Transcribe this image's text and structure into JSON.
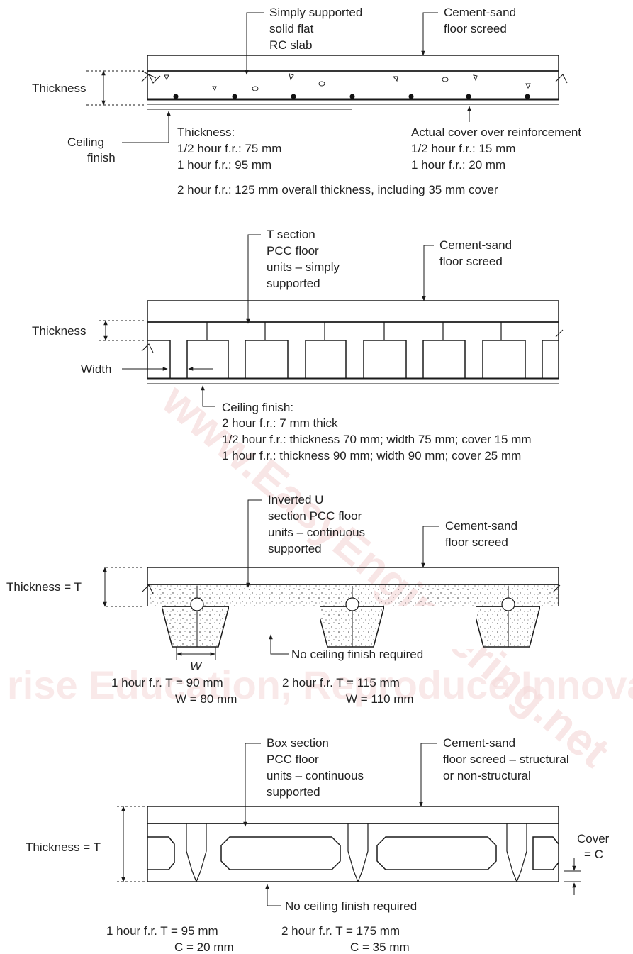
{
  "watermark": {
    "text": "www.EasyEngineering.net",
    "tagline": "rise Education, Reproduce Innovations"
  },
  "section1": {
    "slab_label": [
      "Simply supported",
      "solid flat",
      "RC slab"
    ],
    "screed_label": [
      "Cement-sand",
      "floor screed"
    ],
    "thickness_label": "Thickness",
    "ceiling_label": [
      "Ceiling",
      "finish"
    ],
    "thickness_spec": [
      "Thickness:",
      "1/2 hour f.r.: 75 mm",
      "1 hour f.r.: 95 mm"
    ],
    "cover_spec": [
      "Actual cover over reinforcement",
      "1/2 hour f.r.: 15 mm",
      "1 hour f.r.: 20 mm"
    ],
    "note": "2 hour f.r.: 125 mm overall thickness, including 35 mm cover"
  },
  "section2": {
    "unit_label": [
      "T section",
      "PCC floor",
      "units – simply",
      "supported"
    ],
    "screed_label": [
      "Cement-sand",
      "floor screed"
    ],
    "thickness_label": "Thickness",
    "width_label": "Width",
    "spec": [
      "Ceiling finish:",
      "2 hour f.r.: 7 mm thick",
      "1/2 hour f.r.: thickness 70 mm; width 75 mm; cover 15 mm",
      "1 hour f.r.: thickness 90 mm; width 90 mm; cover 25 mm"
    ]
  },
  "section3": {
    "unit_label": [
      "Inverted U",
      "section PCC floor",
      "units – continuous",
      "supported"
    ],
    "screed_label": [
      "Cement-sand",
      "floor screed"
    ],
    "thickness_label": "Thickness = T",
    "w_label": "W",
    "no_ceiling": "No ceiling finish required",
    "spec_left": [
      "1 hour f.r. T = 90 mm",
      "W = 80 mm"
    ],
    "spec_right": [
      "2 hour f.r. T = 115 mm",
      "W = 110 mm"
    ]
  },
  "section4": {
    "unit_label": [
      "Box section",
      "PCC floor",
      "units – continuous",
      "supported"
    ],
    "screed_label": [
      "Cement-sand",
      "floor screed – structural",
      "or non-structural"
    ],
    "thickness_label": "Thickness = T",
    "cover_label": [
      "Cover",
      "= C"
    ],
    "no_ceiling": "No ceiling finish required",
    "spec_left": [
      "1 hour f.r. T = 95 mm",
      "C = 20 mm"
    ],
    "spec_right": [
      "2 hour f.r. T = 175 mm",
      "C = 35 mm"
    ]
  }
}
